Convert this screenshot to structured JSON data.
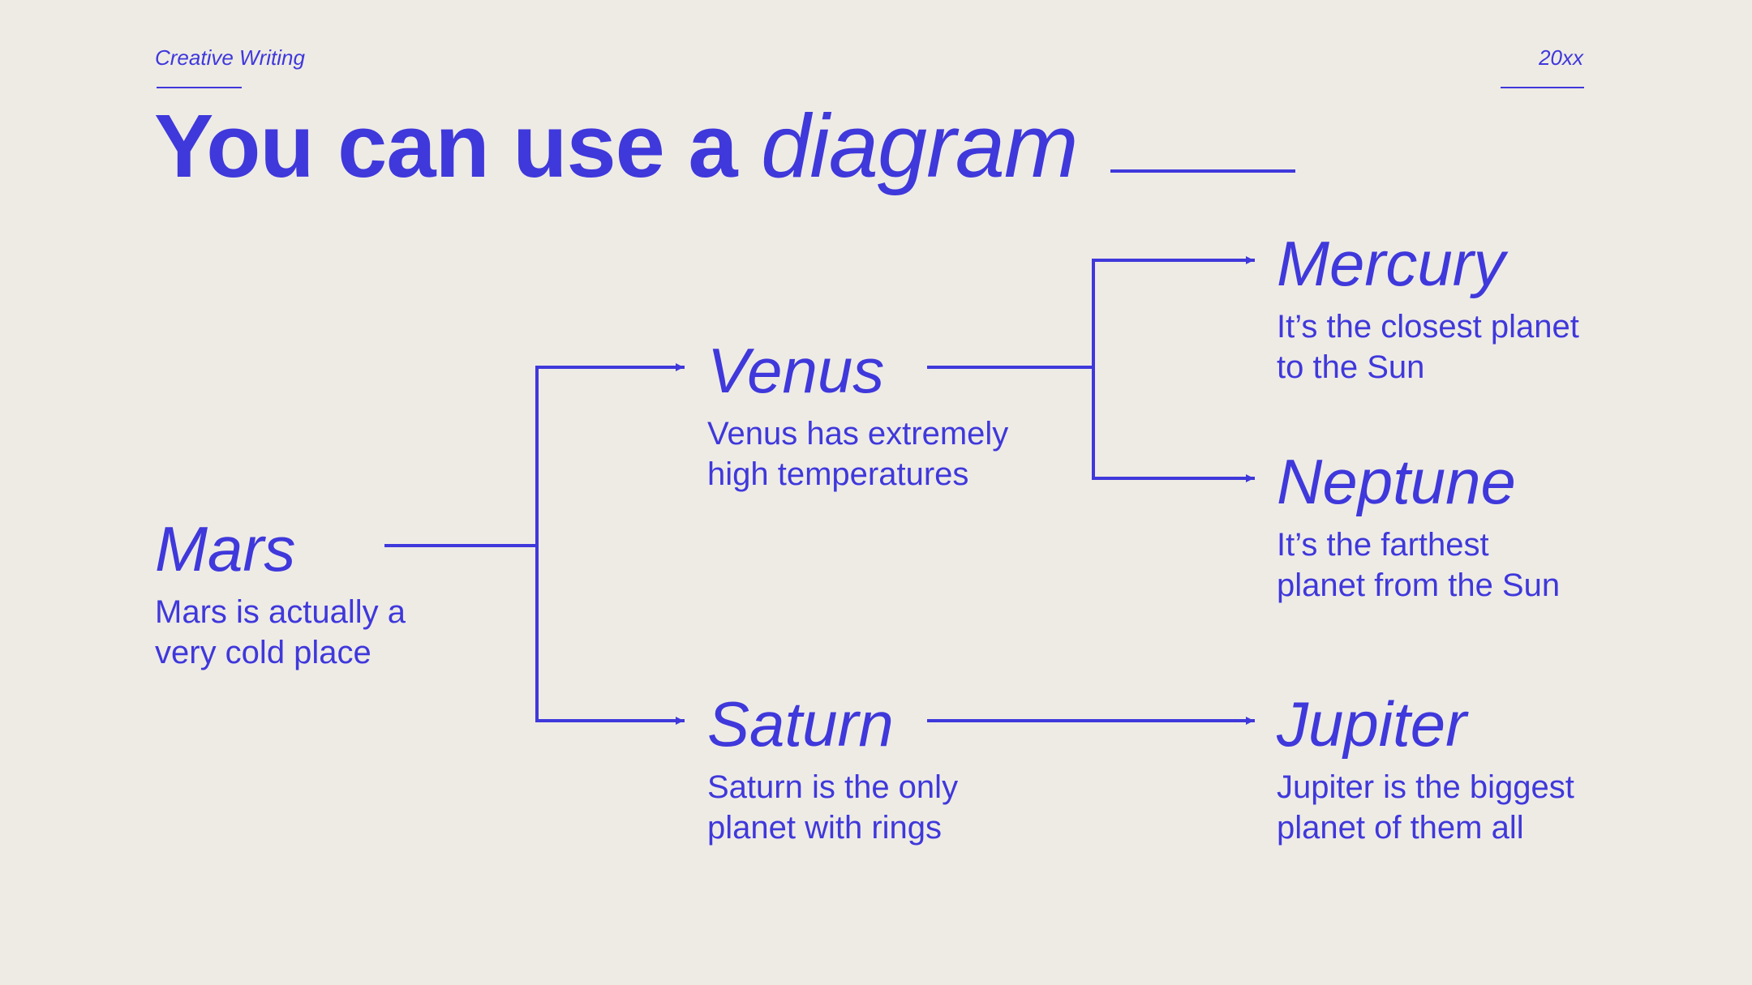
{
  "header": {
    "left_label": "Creative Writing",
    "right_label": "20xx"
  },
  "title": {
    "bold_part": "You can use a ",
    "italic_part": "diagram"
  },
  "nodes": {
    "mars": {
      "name": "Mars",
      "description": "Mars is actually a\nvery cold place"
    },
    "venus": {
      "name": "Venus",
      "description": "Venus has extremely\nhigh temperatures"
    },
    "saturn": {
      "name": "Saturn",
      "description": "Saturn is the only\nplanet with rings"
    },
    "mercury": {
      "name": "Mercury",
      "description": "It’s the closest planet\nto the Sun"
    },
    "neptune": {
      "name": "Neptune",
      "description": "It’s the farthest\nplanet from the Sun"
    },
    "jupiter": {
      "name": "Jupiter",
      "description": "Jupiter is the biggest\nplanet of them all"
    }
  },
  "edges": [
    {
      "from": "Mars",
      "to": "Venus"
    },
    {
      "from": "Mars",
      "to": "Saturn"
    },
    {
      "from": "Venus",
      "to": "Mercury"
    },
    {
      "from": "Venus",
      "to": "Neptune"
    },
    {
      "from": "Saturn",
      "to": "Jupiter"
    }
  ],
  "colors": {
    "accent": "#3F38DB",
    "background": "#EEEBE5"
  }
}
